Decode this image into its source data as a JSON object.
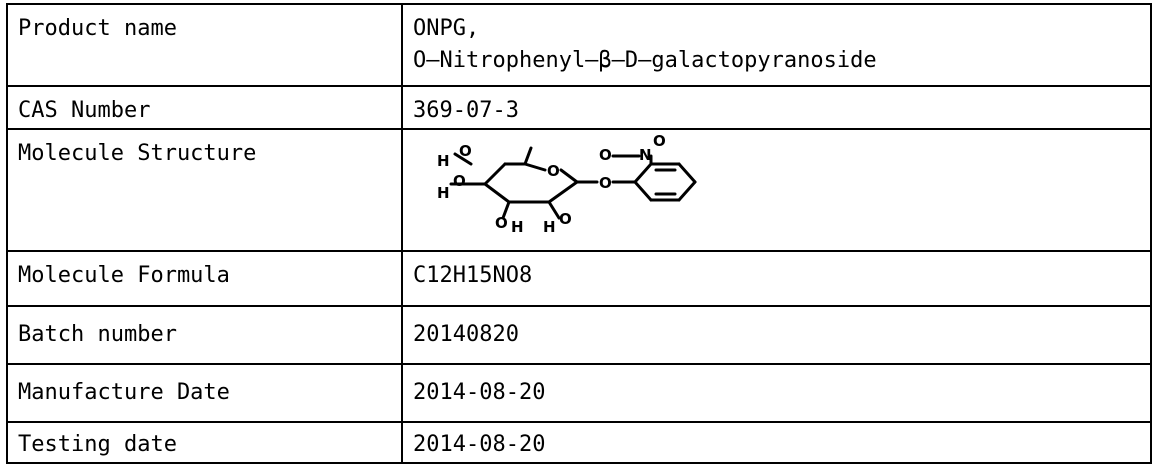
{
  "rows": [
    {
      "label": "Product name",
      "value_lines": [
        "ONPG,",
        "O—Nitrophenyl—β—D—galactopyranoside"
      ]
    },
    {
      "label": "CAS Number",
      "value": "369-07-3"
    },
    {
      "label": "Molecule Structure",
      "value": ""
    },
    {
      "label": "Molecule Formula",
      "value": "C12H15NO8"
    },
    {
      "label": "Batch number",
      "value": "20140820"
    },
    {
      "label": "Manufacture Date",
      "value": "2014-08-20"
    },
    {
      "label": "Testing date",
      "value": "2014-08-20"
    }
  ],
  "structure_labels": {
    "o": "O",
    "h": "H",
    "n": "N"
  }
}
